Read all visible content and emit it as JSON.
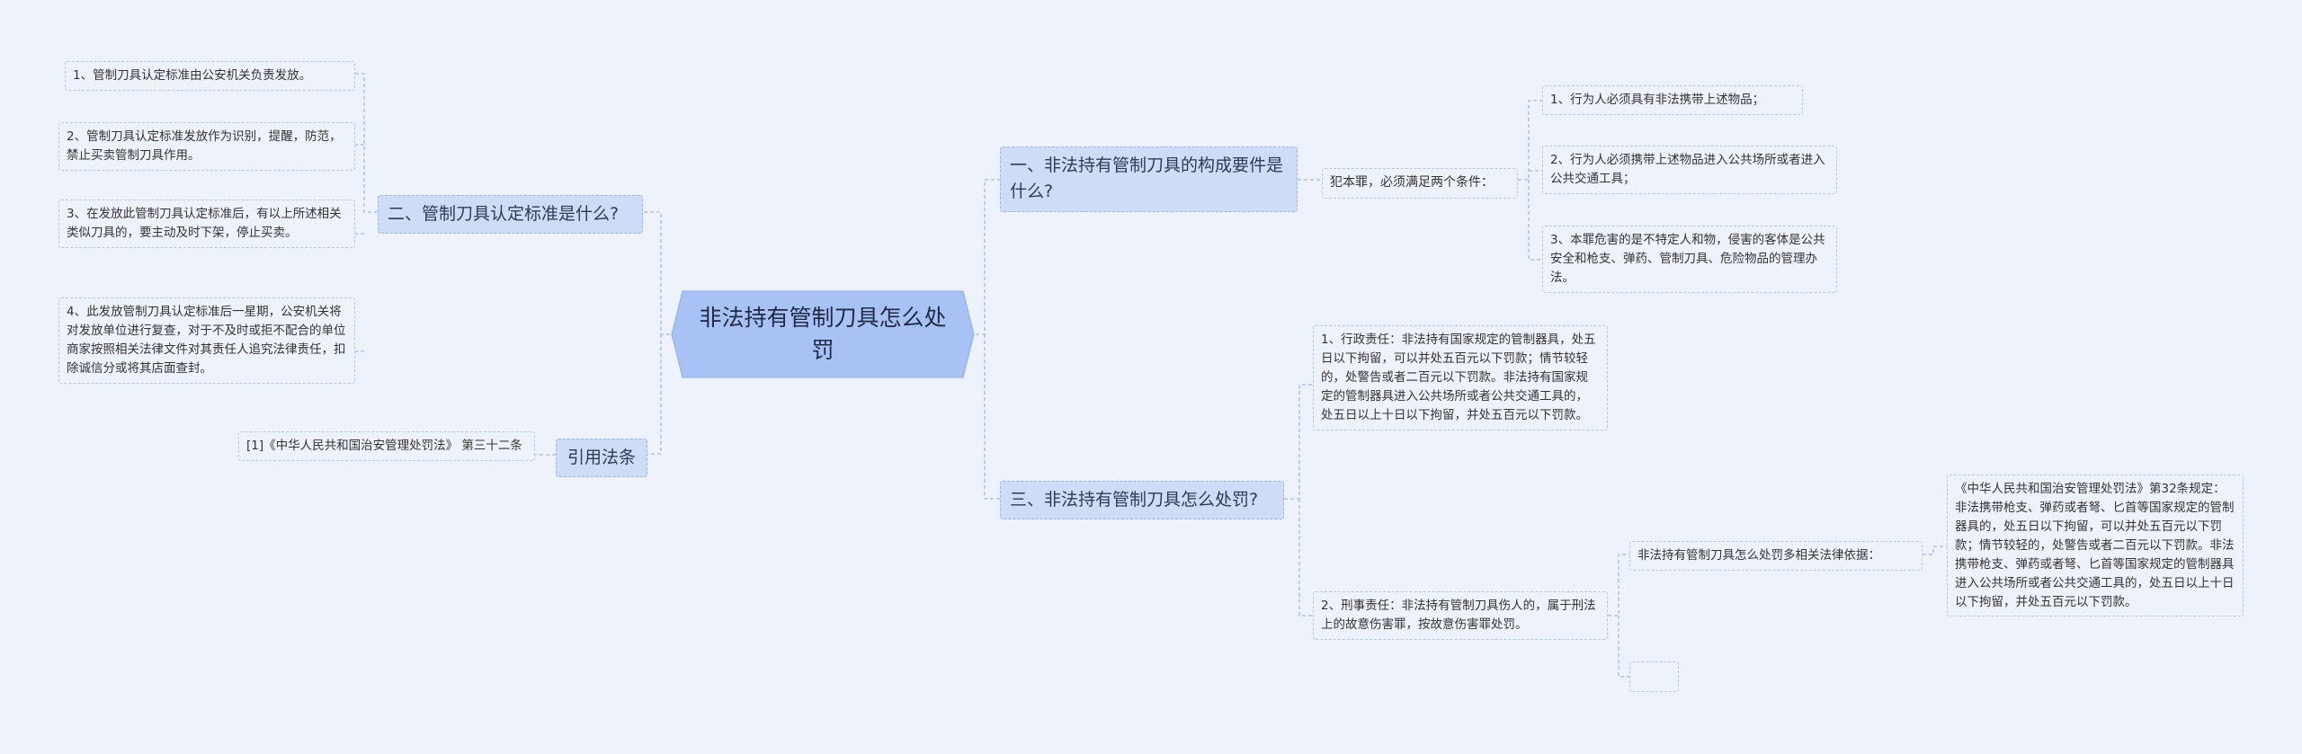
{
  "root": {
    "label": "非法持有管制刀具怎么处罚"
  },
  "left": {
    "standard": {
      "label": "二、管制刀具认定标准是什么?",
      "items": [
        "1、管制刀具认定标准由公安机关负责发放。",
        "2、管制刀具认定标准发放作为识别，提醒，防范，禁止买卖管制刀具作用。",
        "3、在发放此管制刀具认定标准后，有以上所述相关类似刀具的，要主动及时下架，停止买卖。",
        "4、此发放管制刀具认定标准后一星期，公安机关将对发放单位进行复查，对于不及时或拒不配合的单位商家按照相关法律文件对其责任人追究法律责任，扣除诚信分或将其店面查封。"
      ]
    },
    "law": {
      "label": "引用法条",
      "items": [
        "[1]《中华人民共和国治安管理处罚法》 第三十二条"
      ]
    }
  },
  "right": {
    "constitution": {
      "label": "一、非法持有管制刀具的构成要件是什么?",
      "middle": "犯本罪，必须满足两个条件：",
      "items": [
        "1、行为人必须具有非法携带上述物品；",
        "2、行为人必须携带上述物品进入公共场所或者进入公共交通工具；",
        "3、本罪危害的是不特定人和物，侵害的客体是公共安全和枪支、弹药、管制刀具、危险物品的管理办法。"
      ]
    },
    "punish": {
      "label": "三、非法持有管制刀具怎么处罚?",
      "admin": "1、行政责任：非法持有国家规定的管制器具，处五日以下拘留，可以并处五百元以下罚款；情节较轻的，处警告或者二百元以下罚款。非法持有国家规定的管制器具进入公共场所或者公共交通工具的，处五日以上十日以下拘留，并处五百元以下罚款。",
      "criminal": "2、刑事责任：非法持有管制刀具伤人的，属于刑法上的故意伤害罪，按故意伤害罪处罚。",
      "basis": "非法持有管制刀具怎么处罚多相关法律依据：",
      "basis_detail": "《中华人民共和国治安管理处罚法》第32条规定：非法携带枪支、弹药或者弩、匕首等国家规定的管制器具的，处五日以下拘留，可以并处五百元以下罚款；情节较轻的，处警告或者二百元以下罚款。非法携带枪支、弹药或者弩、匕首等国家规定的管制器具进入公共场所或者公共交通工具的，处五日以上十日以下拘留，并处五百元以下罚款。",
      "empty": ""
    }
  },
  "colors": {
    "background": "#eef2fb",
    "root_fill": "#a9c2f5",
    "branch_fill": "#cfdcf8",
    "line": "#a9b9d9"
  }
}
